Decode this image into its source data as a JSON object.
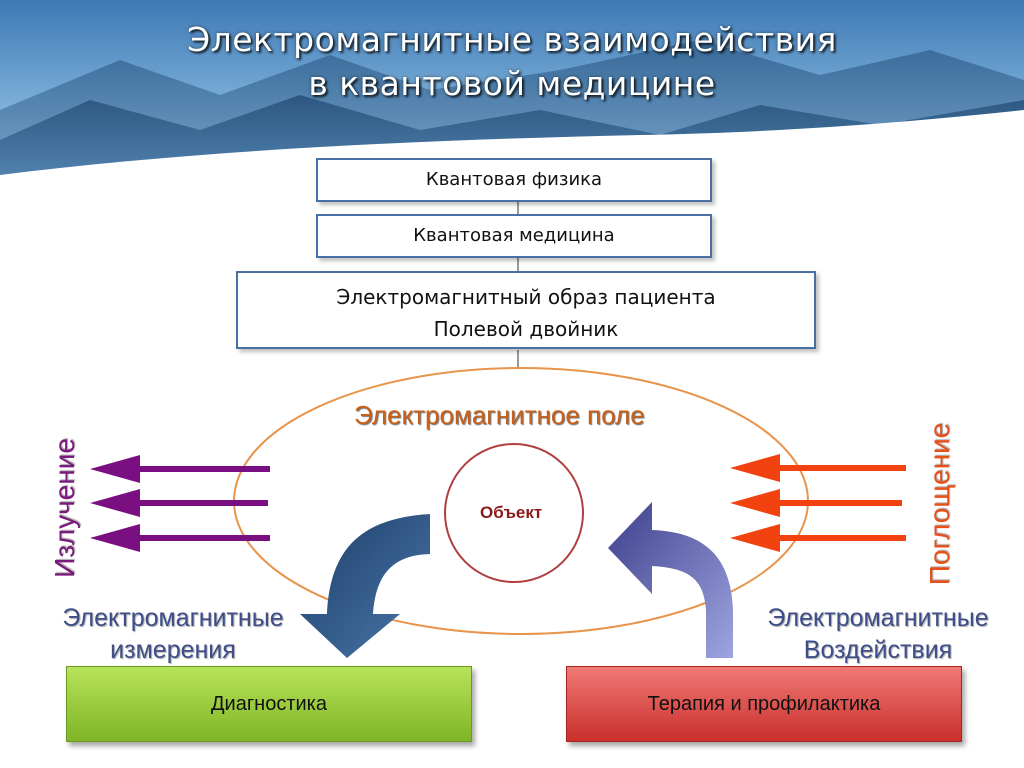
{
  "title": {
    "line1": "Электромагнитные взаимодействия",
    "line2": "в квантовой медицине"
  },
  "hierarchy": {
    "box1": "Квантовая физика",
    "box2": "Квантовая медицина",
    "box3_line1": "Электромагнитный образ пациента",
    "box3_line2": "Полевой двойник"
  },
  "field": {
    "label": "Электромагнитное поле",
    "object_label": "Объект"
  },
  "left": {
    "vertical_label": "Излучение",
    "caption_line1": "Электромагнитные",
    "caption_line2": "измерения",
    "button_label": "Диагностика",
    "arrow_color": "#7a0f82"
  },
  "right": {
    "vertical_label": "Поглощение",
    "caption_line1": "Электромагнитные",
    "caption_line2": "Воздействия",
    "button_label": "Терапия и профилактика",
    "arrow_color": "#f2420f"
  },
  "colors": {
    "ellipse": "#e8944a",
    "circle": "#b04040",
    "box_border": "#4a6fa5"
  }
}
